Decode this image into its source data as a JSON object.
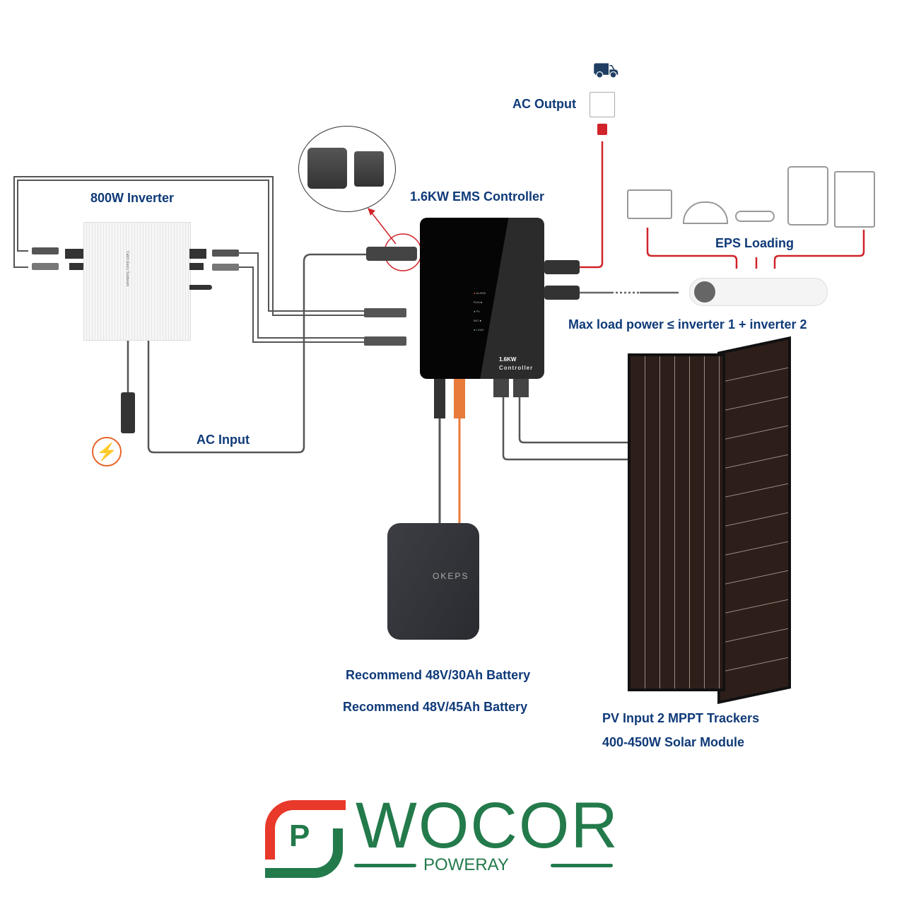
{
  "labels": {
    "ac_output": "AC Output",
    "inverter": "800W Inverter",
    "controller": "1.6KW EMS Controller",
    "eps_loading": "EPS Loading",
    "max_load": "Max load power ≤ inverter 1 + inverter 2",
    "ac_input": "AC Input",
    "battery_30": "Recommend 48V/30Ah Battery",
    "battery_45": "Recommend 48V/45Ah Battery",
    "pv_trackers": "PV Input 2 MPPT Trackers",
    "solar_module": "400-450W Solar Module"
  },
  "controller_device": {
    "power": "1.6KW",
    "sub": "Controller",
    "leds": [
      "ALARM",
      "RUN",
      "PV",
      "BAT",
      "LOAD"
    ]
  },
  "inverter_device": {
    "side_text": "Catch Every Sunbeam"
  },
  "battery_device": {
    "brand": "OKEPS"
  },
  "eps_devices": [
    "monitor",
    "lamp",
    "router",
    "refrigerator",
    "computer-tower"
  ],
  "brand": {
    "name": "WOCOR",
    "tagline": "POWERAY",
    "mark": "P",
    "green": "#237a4b",
    "red": "#e8392a"
  },
  "colors": {
    "text_blue": "#0f3a78",
    "wire_red": "#d0232a",
    "wire_orange": "#e87a3a",
    "wire_gray": "#555555"
  }
}
